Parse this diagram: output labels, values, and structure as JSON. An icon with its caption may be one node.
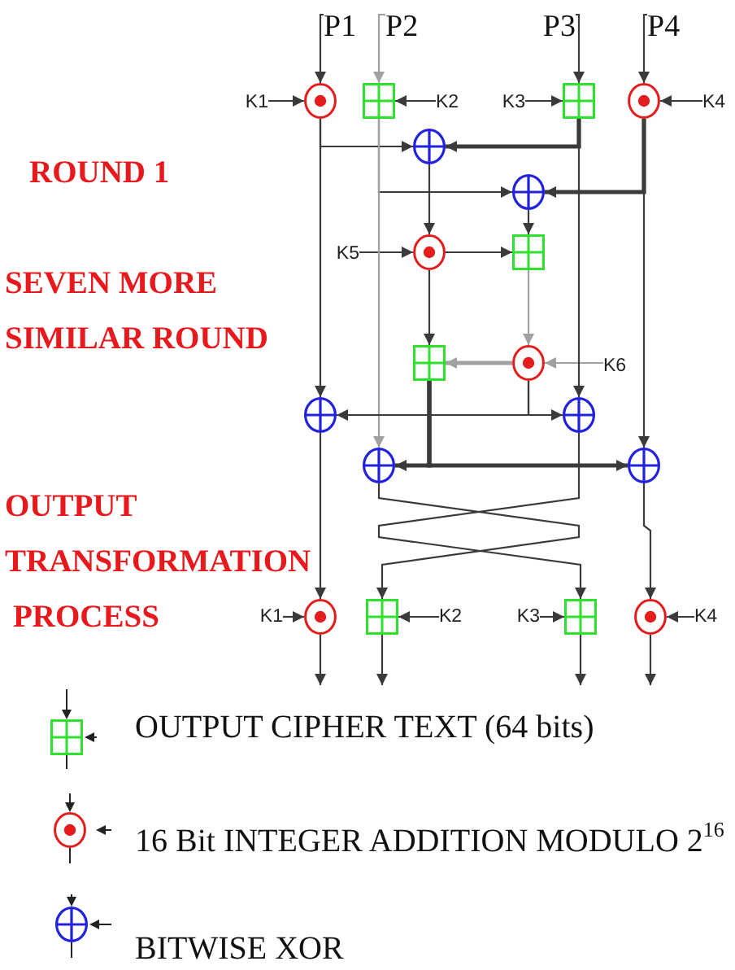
{
  "diagram": {
    "nodes": [
      {
        "text": [
          "P1"
        ]
      },
      {
        "text": [
          "P2"
        ]
      },
      {
        "text": [
          "P3"
        ]
      },
      {
        "text": [
          "P4"
        ]
      },
      {
        "text": [
          "K1"
        ]
      },
      {
        "text": [],
        "shape": "target"
      },
      {
        "text": [],
        "shape": "box"
      },
      {
        "text": [
          "K2"
        ]
      },
      {
        "text": [
          "K3"
        ]
      },
      {
        "text": [],
        "shape": "box"
      },
      {
        "text": [],
        "shape": "target"
      },
      {
        "text": [
          "K4"
        ]
      },
      {
        "text": [],
        "shape": "circle"
      },
      {
        "text": [],
        "shape": "circle"
      },
      {
        "text": [
          "K5"
        ]
      },
      {
        "text": [],
        "shape": "target"
      },
      {
        "text": [],
        "shape": "box"
      },
      {
        "text": [],
        "shape": "box"
      },
      {
        "text": [],
        "shape": "target"
      },
      {
        "text": [
          "K6"
        ]
      },
      {
        "text": [],
        "shape": "circle"
      },
      {
        "text": [],
        "shape": "circle"
      },
      {
        "text": [],
        "shape": "circle"
      },
      {
        "text": [],
        "shape": "circle"
      },
      {
        "text": [
          "K1"
        ]
      },
      {
        "text": [],
        "shape": "target"
      },
      {
        "text": [],
        "shape": "box"
      },
      {
        "text": [
          "K2"
        ]
      },
      {
        "text": [
          "K3"
        ]
      },
      {
        "text": [],
        "shape": "box"
      },
      {
        "text": [],
        "shape": "target"
      },
      {
        "text": [
          "K4"
        ]
      }
    ],
    "edges": [
      {
        "from": 0,
        "to": 5,
        "arrow": "to"
      },
      {
        "from": 1,
        "to": 6,
        "arrow": "to",
        "color": "#a0a0a0"
      },
      {
        "from": 2,
        "to": 9,
        "arrow": "to"
      },
      {
        "from": 3,
        "to": 10,
        "arrow": "to"
      },
      {
        "from": 4,
        "to": 5,
        "arrow": "to"
      },
      {
        "from": 7,
        "to": 6,
        "arrow": "to"
      },
      {
        "from": 8,
        "to": 9,
        "arrow": "to"
      },
      {
        "from": 11,
        "to": 10,
        "arrow": "to"
      },
      {
        "from": 5,
        "to": 12,
        "arrow": "to"
      },
      {
        "from": 9,
        "to": 12,
        "arrow": "to",
        "style": "thick"
      },
      {
        "from": 6,
        "to": 13,
        "arrow": "to"
      },
      {
        "from": 10,
        "to": 13,
        "arrow": "to",
        "style": "thick"
      },
      {
        "from": 12,
        "to": 15,
        "arrow": "to"
      },
      {
        "from": 14,
        "to": 15,
        "arrow": "to"
      },
      {
        "from": 13,
        "to": 16,
        "arrow": "to"
      },
      {
        "from": 15,
        "to": 16,
        "arrow": "to"
      },
      {
        "from": 16,
        "to": 18,
        "arrow": "to",
        "color": "#a0a0a0"
      },
      {
        "from": 19,
        "to": 18,
        "arrow": "to",
        "color": "#a0a0a0"
      },
      {
        "from": 15,
        "to": 17,
        "arrow": "to"
      },
      {
        "from": 18,
        "to": 17,
        "arrow": "to",
        "style": "thick",
        "color": "#a0a0a0"
      },
      {
        "from": 5,
        "to": 20,
        "arrow": "to"
      },
      {
        "from": 9,
        "to": 21,
        "arrow": "to"
      },
      {
        "from": 6,
        "to": 22,
        "arrow": "to",
        "color": "#a0a0a0"
      },
      {
        "from": 10,
        "to": 23,
        "arrow": "to"
      },
      {
        "from": 18,
        "to": 20,
        "arrow": "to"
      },
      {
        "from": 18,
        "to": 21,
        "arrow": "to"
      },
      {
        "from": 17,
        "to": 22,
        "arrow": "to",
        "style": "thick"
      },
      {
        "from": 17,
        "to": 23,
        "arrow": "to",
        "style": "thick"
      },
      {
        "from": 20,
        "to": 25,
        "arrow": "to"
      },
      {
        "from": 22,
        "to": 26,
        "arrow": "to"
      },
      {
        "from": 21,
        "to": 29,
        "arrow": "to"
      },
      {
        "from": 23,
        "to": 30,
        "arrow": "to"
      },
      {
        "from": 24,
        "to": 25,
        "arrow": "to"
      },
      {
        "from": 27,
        "to": 26,
        "arrow": "to"
      },
      {
        "from": 28,
        "to": 29,
        "arrow": "to"
      },
      {
        "from": 31,
        "to": 30,
        "arrow": "to"
      },
      {
        "from": 25,
        "to": null,
        "arrow": "to"
      },
      {
        "from": 26,
        "to": null,
        "arrow": "to"
      },
      {
        "from": 29,
        "to": null,
        "arrow": "to"
      },
      {
        "from": 30,
        "to": null,
        "arrow": "to"
      }
    ],
    "labels": [
      "ROUND 1",
      "SEVEN MORE",
      "SIMILAR ROUND",
      "OUTPUT",
      "TRANSFORMATION",
      "PROCESS"
    ],
    "legend": [
      {
        "text": "OUTPUT CIPHER TEXT (64 bits)"
      },
      {
        "text": "16 Bit INTEGER ADDITION MODULO 2$^{16}$"
      },
      {
        "text": "BITWISE XOR"
      }
    ]
  }
}
